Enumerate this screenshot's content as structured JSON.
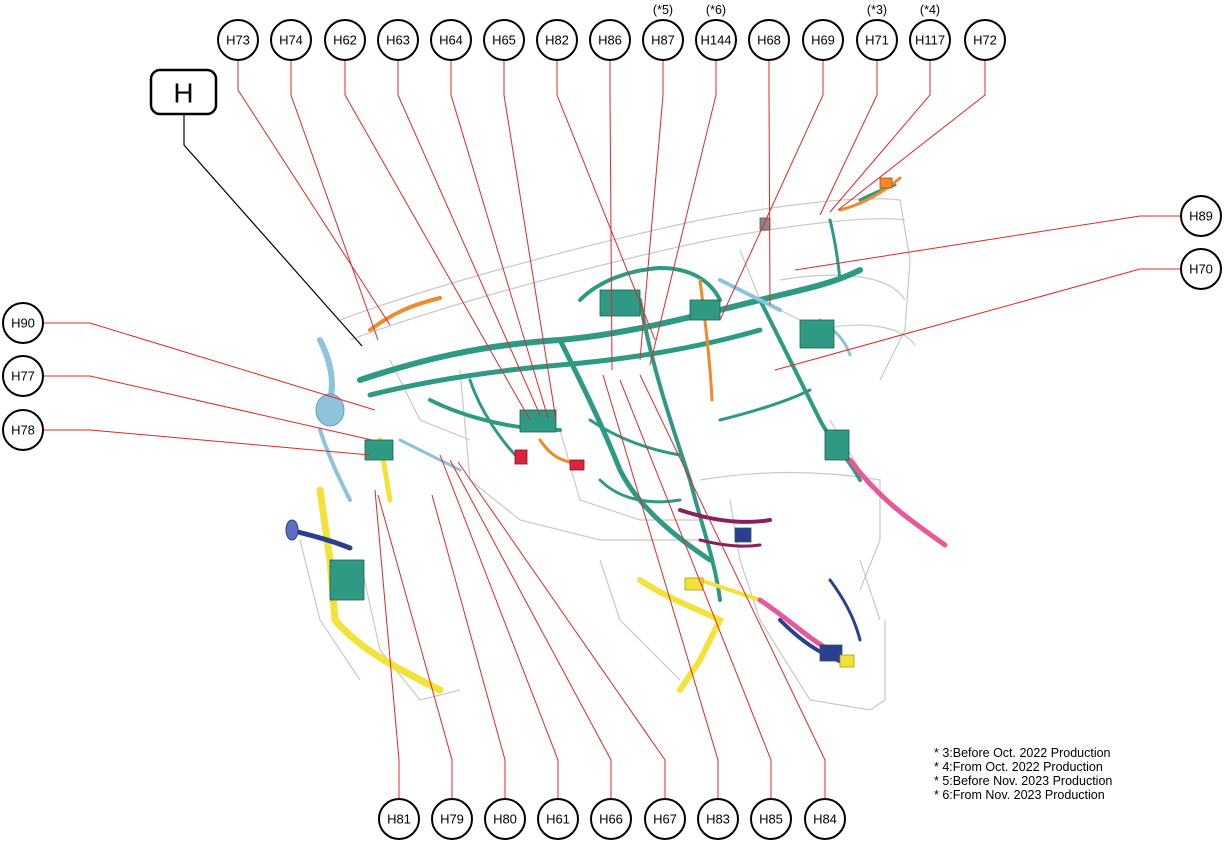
{
  "group_label": "H",
  "callouts_top": [
    {
      "id": "H73",
      "note": ""
    },
    {
      "id": "H74",
      "note": ""
    },
    {
      "id": "H62",
      "note": ""
    },
    {
      "id": "H63",
      "note": ""
    },
    {
      "id": "H64",
      "note": ""
    },
    {
      "id": "H65",
      "note": ""
    },
    {
      "id": "H82",
      "note": ""
    },
    {
      "id": "H86",
      "note": ""
    },
    {
      "id": "H87",
      "note": "(*5)"
    },
    {
      "id": "H144",
      "note": "(*6)"
    },
    {
      "id": "H68",
      "note": ""
    },
    {
      "id": "H69",
      "note": ""
    },
    {
      "id": "H71",
      "note": "(*3)"
    },
    {
      "id": "H117",
      "note": "(*4)"
    },
    {
      "id": "H72",
      "note": ""
    }
  ],
  "callouts_right": [
    {
      "id": "H89"
    },
    {
      "id": "H70"
    }
  ],
  "callouts_left": [
    {
      "id": "H90"
    },
    {
      "id": "H77"
    },
    {
      "id": "H78"
    }
  ],
  "callouts_bottom": [
    {
      "id": "H81"
    },
    {
      "id": "H79"
    },
    {
      "id": "H80"
    },
    {
      "id": "H61"
    },
    {
      "id": "H66"
    },
    {
      "id": "H67"
    },
    {
      "id": "H83"
    },
    {
      "id": "H85"
    },
    {
      "id": "H84"
    }
  ],
  "footnotes": [
    "* 3:Before Oct. 2022 Production",
    "* 4:From Oct. 2022 Production",
    "* 5:Before Nov. 2023 Production",
    "* 6:From Nov. 2023 Production"
  ],
  "colors": {
    "harness_teal": "#2f9a84",
    "harness_light_blue": "#8fc3dc",
    "harness_yellow": "#f2e23a",
    "harness_orange": "#f08a2a",
    "harness_pink": "#e8589a",
    "harness_purple": "#8a1f5a",
    "harness_navy": "#2a3f8f",
    "leader_red": "#e0282a",
    "outline_gray": "#c8c8c8"
  }
}
